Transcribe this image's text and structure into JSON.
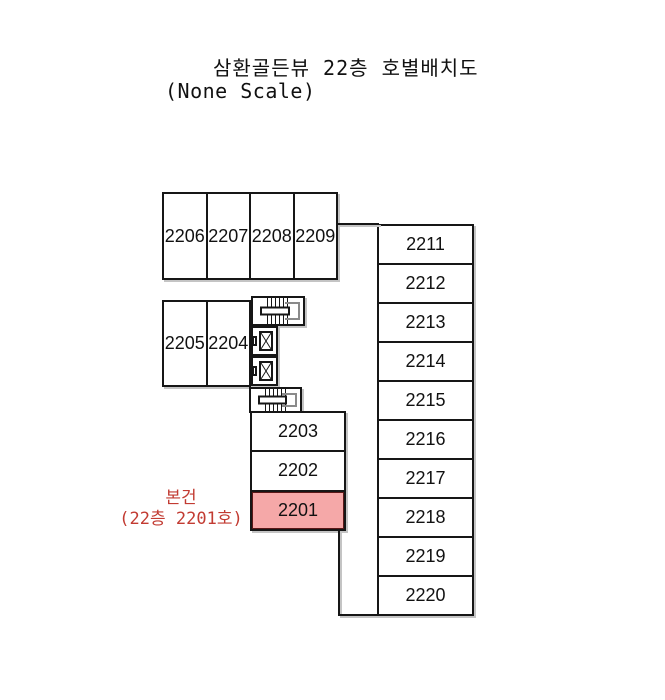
{
  "title": {
    "line1": "삼환골든뷰 22층 호별배치도",
    "line2": "(None Scale)"
  },
  "plan": {
    "top_rooms": [
      "2206",
      "2207",
      "2208",
      "2209"
    ],
    "mid_rooms": [
      "2205",
      "2204"
    ],
    "bottom_rooms": [
      "2203",
      "2202",
      "2201"
    ],
    "right_rooms": [
      "2211",
      "2212",
      "2213",
      "2214",
      "2215",
      "2216",
      "2217",
      "2218",
      "2219",
      "2220"
    ],
    "highlighted_room": "2201",
    "colors": {
      "line": "#161616",
      "shadow": "#c4c4c4",
      "highlight_fill": "#f5a8a8",
      "highlight_border": "#5a1717",
      "label_red": "#c23b32"
    },
    "icons": {
      "stairs": "stairs-symbol (hatched treads with handrail)",
      "elevator": "elevator-symbol (square with X and door)"
    }
  },
  "subject_label": {
    "line1": "본건",
    "line2": "(22층 2201호)"
  }
}
